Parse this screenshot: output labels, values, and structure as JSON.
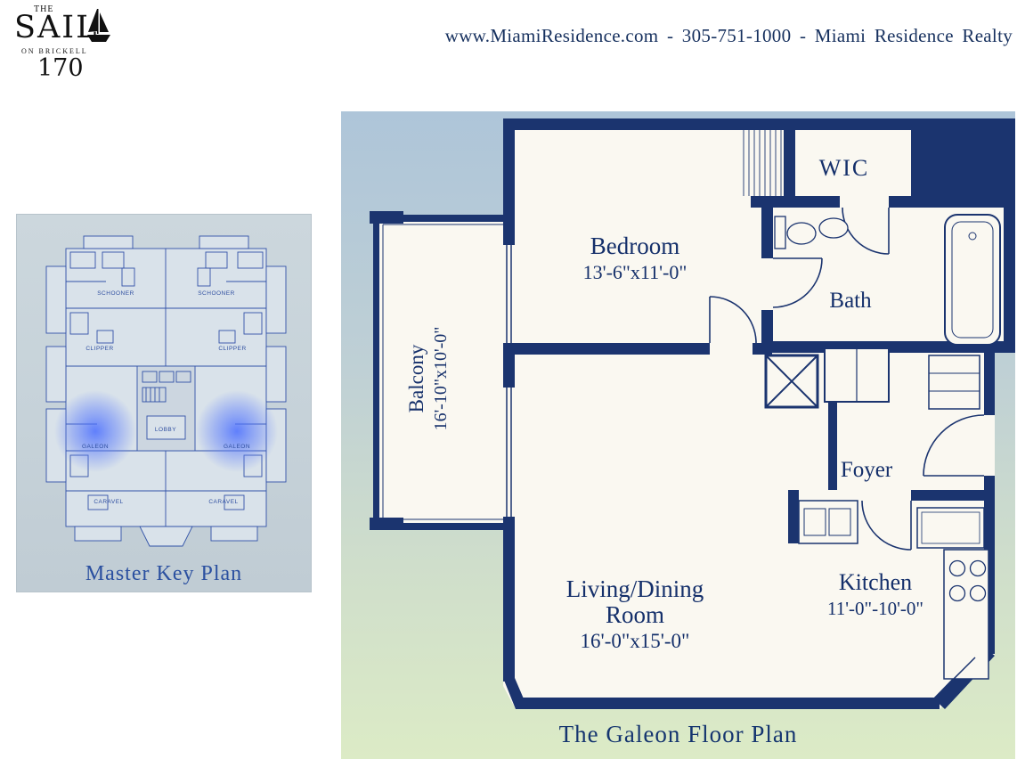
{
  "header": {
    "text": "www.MiamiResidence.com  -  305-751-1000  -  Miami Residence Realty"
  },
  "logo": {
    "the": "THE",
    "name": "SAIL",
    "subtitle": "ON BRICKELL",
    "number": "170"
  },
  "master_key_plan": {
    "caption": "Master Key Plan",
    "units": [
      {
        "label": "SCHOONER"
      },
      {
        "label": "SCHOONER"
      },
      {
        "label": "CLIPPER"
      },
      {
        "label": "CLIPPER"
      },
      {
        "label": "LOBBY"
      },
      {
        "label": "GALEON"
      },
      {
        "label": "GALEON"
      },
      {
        "label": "CARAVEL"
      },
      {
        "label": "CARAVEL"
      }
    ]
  },
  "floor_plan": {
    "caption": "The Galeon Floor Plan",
    "rooms": {
      "wic": {
        "name": "WIC"
      },
      "bedroom": {
        "name": "Bedroom",
        "dims": "13'-6\"x11'-0\""
      },
      "bath": {
        "name": "Bath"
      },
      "balcony": {
        "name": "Balcony",
        "dims": "16'-10\"x10'-0\""
      },
      "foyer": {
        "name": "Foyer"
      },
      "living": {
        "line1": "Living/Dining",
        "line2": "Room",
        "dims": "16'-0\"x15'-0\""
      },
      "kitchen": {
        "name": "Kitchen",
        "dims": "11'-0\"-10'-0\""
      }
    }
  },
  "colors": {
    "wall_navy": "#1b346f",
    "blueprint_blue": "#3152a8",
    "highlight_blue": "#4a6eff",
    "caption_blue": "#2b50a0",
    "header_navy": "#16305e"
  }
}
